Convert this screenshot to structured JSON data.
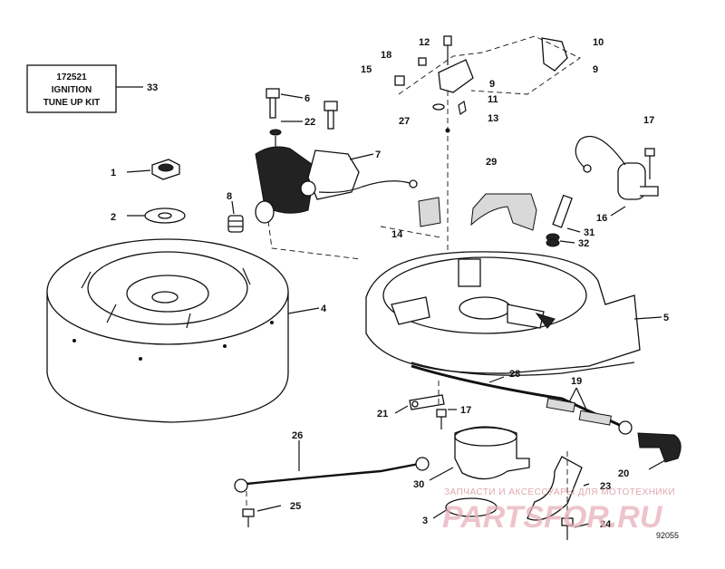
{
  "kit": {
    "line1": "172521",
    "line2": "IGNITION",
    "line3": "TUNE UP KIT"
  },
  "callouts": [
    "1",
    "2",
    "3",
    "4",
    "5",
    "6",
    "7",
    "8",
    "9",
    "9",
    "10",
    "11",
    "12",
    "13",
    "14",
    "15",
    "16",
    "17",
    "17",
    "18",
    "19",
    "20",
    "21",
    "22",
    "23",
    "24",
    "25",
    "26",
    "27",
    "28",
    "29",
    "30",
    "31",
    "32",
    "33"
  ],
  "figure_code": "92055",
  "watermark": {
    "small": "ЗАПЧАСТИ И АКСЕССУАРЫ ДЛЯ МОТОТЕХНИКИ",
    "big": "PARTSFOR.RU"
  }
}
